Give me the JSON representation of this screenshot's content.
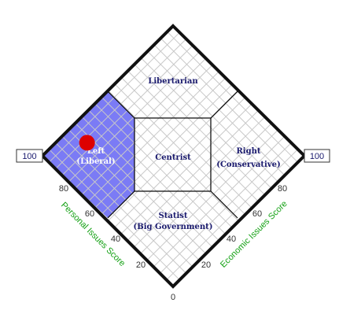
{
  "regions": {
    "libertarian": "Libertarian",
    "left_line1": "Left",
    "left_line2": "(Liberal)",
    "centrist": "Centrist",
    "right_line1": "Right",
    "right_line2": "(Conservative)",
    "statist_line1": "Statist",
    "statist_line2": "(Big Government)"
  },
  "axes": {
    "personal": {
      "title": "Personal Issues Score",
      "ticks": [
        "0",
        "20",
        "40",
        "60",
        "80",
        "100"
      ]
    },
    "economic": {
      "title": "Economic Issues Score",
      "ticks": [
        "0",
        "20",
        "40",
        "60",
        "80",
        "100"
      ]
    }
  },
  "result": {
    "personal_score": 88,
    "economic_score": 22,
    "region": "Left (Liberal)"
  },
  "colors": {
    "left_fill": "#7b7bf5",
    "marker": "#dd0000",
    "axis_title": "#12a012",
    "label": "#1a1a6e"
  }
}
